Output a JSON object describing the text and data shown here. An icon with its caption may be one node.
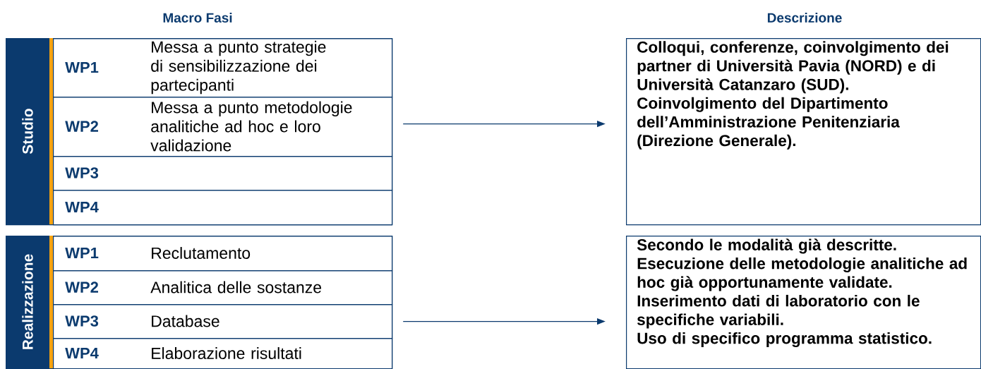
{
  "diagram": {
    "nodes": [
      {
        "text": [
          "Studio"
        ]
      },
      {
        "text": [
          "WP1",
          "Messa a punto strategie di sensibilizzazione dei partecipanti"
        ],
        "in": 0
      },
      {
        "text": [
          "WP2",
          "Messa a punto metodologie analitiche ad hoc e loro validazione"
        ],
        "in": 0
      },
      {
        "text": [
          "WP3"
        ],
        "in": 0
      },
      {
        "text": [
          "WP4"
        ],
        "in": 0
      },
      {
        "text": [
          "Realizzazione"
        ]
      },
      {
        "text": [
          "WP1",
          "Reclutamento"
        ],
        "in": 5
      },
      {
        "text": [
          "WP2",
          "Analitica delle sostanze"
        ],
        "in": 5
      },
      {
        "text": [
          "WP3",
          "Database"
        ],
        "in": 5
      },
      {
        "text": [
          "WP4",
          "Elaborazione risultati"
        ],
        "in": 5
      },
      {
        "text": [
          "Colloqui, conferenze, coinvolgimento dei partner di Università Pavia (NORD) e di Università Catanzaro (SUD).",
          "Coinvolgimento del Dipartimento dell’Amministrazione Penitenziaria (Direzione Generale)."
        ]
      },
      {
        "text": [
          "Secondo le modalità già descritte.",
          "Esecuzione delle metodologie analitiche ad hoc già opportunamente validate.",
          "Inserimento dati di laboratorio con le specifiche variabili.",
          "Uso di specifico programma statistico."
        ]
      }
    ],
    "edges": [
      {
        "from": 0,
        "to": 10,
        "arrow": "to"
      },
      {
        "from": 5,
        "to": 11,
        "arrow": "to"
      }
    ],
    "labels": [
      "Macro Fasi",
      "Descrizione"
    ]
  }
}
